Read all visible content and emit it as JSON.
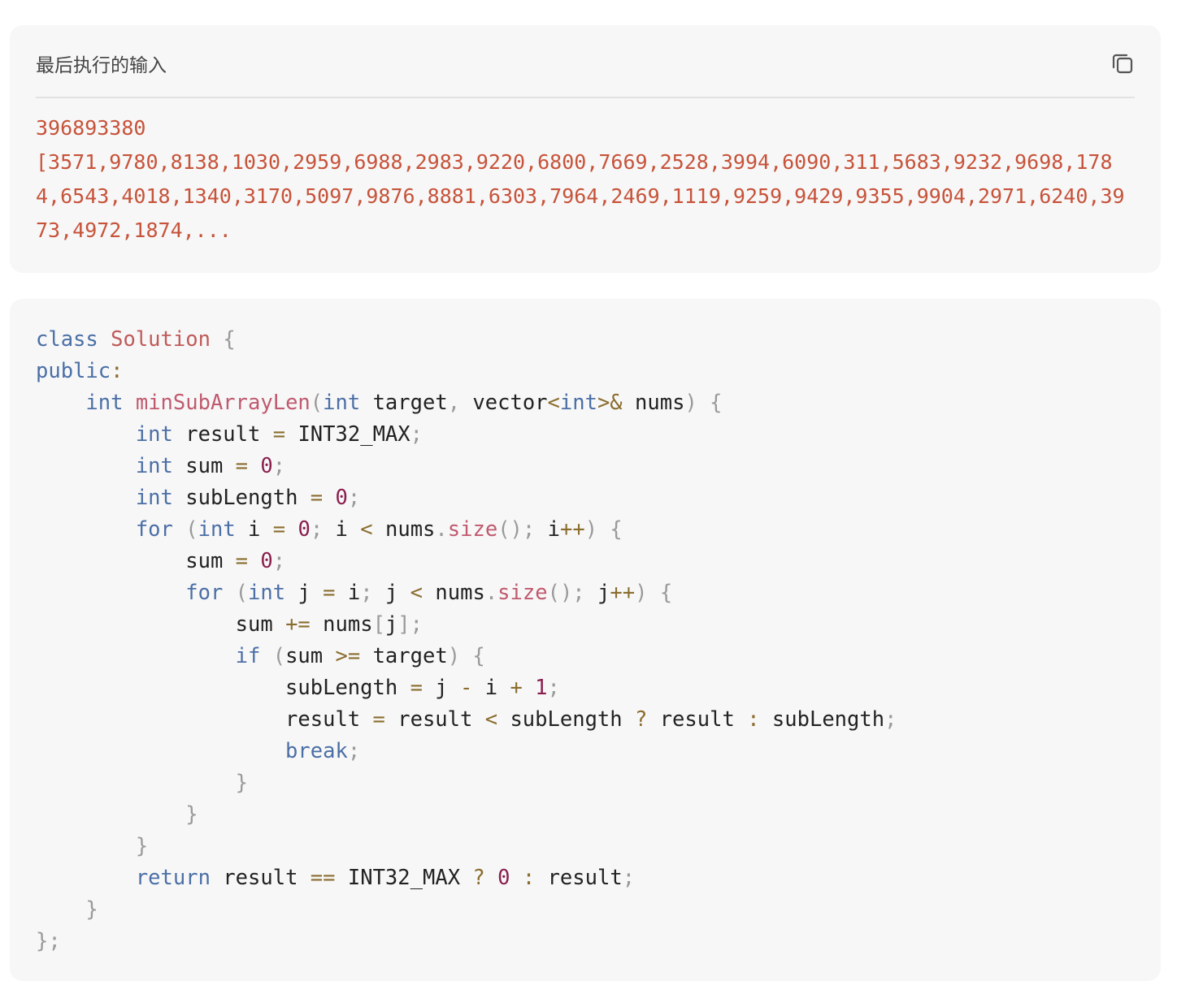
{
  "input_panel": {
    "title": "最后执行的输入",
    "copy_icon": "copy-icon",
    "lines": [
      "396893380",
      "[3571,9780,8138,1030,2959,6988,2983,9220,6800,7669,2528,3994,6090,311,5683,9232,9698,1784,6543,4018,1340,3170,5097,9876,8881,6303,7964,2469,1119,9259,9429,9355,9904,2971,6240,3973,4972,1874,..."
    ],
    "text_color": "#c7533a"
  },
  "code_panel": {
    "language": "cpp",
    "lines": [
      [
        [
          "kw",
          "class"
        ],
        [
          "sp",
          " "
        ],
        [
          "cls",
          "Solution"
        ],
        [
          "sp",
          " "
        ],
        [
          "punc",
          "{"
        ]
      ],
      [
        [
          "kw",
          "public"
        ],
        [
          "op",
          ":"
        ]
      ],
      [
        [
          "sp",
          "    "
        ],
        [
          "type",
          "int"
        ],
        [
          "sp",
          " "
        ],
        [
          "fn",
          "minSubArrayLen"
        ],
        [
          "punc",
          "("
        ],
        [
          "type",
          "int"
        ],
        [
          "sp",
          " "
        ],
        [
          "id",
          "target"
        ],
        [
          "punc",
          ","
        ],
        [
          "sp",
          " "
        ],
        [
          "id",
          "vector"
        ],
        [
          "op",
          "<"
        ],
        [
          "type",
          "int"
        ],
        [
          "op",
          ">&"
        ],
        [
          "sp",
          " "
        ],
        [
          "id",
          "nums"
        ],
        [
          "punc",
          ")"
        ],
        [
          "sp",
          " "
        ],
        [
          "punc",
          "{"
        ]
      ],
      [
        [
          "sp",
          "        "
        ],
        [
          "type",
          "int"
        ],
        [
          "sp",
          " "
        ],
        [
          "id",
          "result"
        ],
        [
          "sp",
          " "
        ],
        [
          "op",
          "="
        ],
        [
          "sp",
          " "
        ],
        [
          "id",
          "INT32_MAX"
        ],
        [
          "punc",
          ";"
        ]
      ],
      [
        [
          "sp",
          "        "
        ],
        [
          "type",
          "int"
        ],
        [
          "sp",
          " "
        ],
        [
          "id",
          "sum"
        ],
        [
          "sp",
          " "
        ],
        [
          "op",
          "="
        ],
        [
          "sp",
          " "
        ],
        [
          "num",
          "0"
        ],
        [
          "punc",
          ";"
        ]
      ],
      [
        [
          "sp",
          "        "
        ],
        [
          "type",
          "int"
        ],
        [
          "sp",
          " "
        ],
        [
          "id",
          "subLength"
        ],
        [
          "sp",
          " "
        ],
        [
          "op",
          "="
        ],
        [
          "sp",
          " "
        ],
        [
          "num",
          "0"
        ],
        [
          "punc",
          ";"
        ]
      ],
      [
        [
          "sp",
          "        "
        ],
        [
          "kw",
          "for"
        ],
        [
          "sp",
          " "
        ],
        [
          "punc",
          "("
        ],
        [
          "type",
          "int"
        ],
        [
          "sp",
          " "
        ],
        [
          "id",
          "i"
        ],
        [
          "sp",
          " "
        ],
        [
          "op",
          "="
        ],
        [
          "sp",
          " "
        ],
        [
          "num",
          "0"
        ],
        [
          "punc",
          ";"
        ],
        [
          "sp",
          " "
        ],
        [
          "id",
          "i"
        ],
        [
          "sp",
          " "
        ],
        [
          "op",
          "<"
        ],
        [
          "sp",
          " "
        ],
        [
          "id",
          "nums"
        ],
        [
          "punc",
          "."
        ],
        [
          "fn",
          "size"
        ],
        [
          "punc",
          "();"
        ],
        [
          "sp",
          " "
        ],
        [
          "id",
          "i"
        ],
        [
          "op",
          "++"
        ],
        [
          "punc",
          ")"
        ],
        [
          "sp",
          " "
        ],
        [
          "punc",
          "{"
        ]
      ],
      [
        [
          "sp",
          "            "
        ],
        [
          "id",
          "sum"
        ],
        [
          "sp",
          " "
        ],
        [
          "op",
          "="
        ],
        [
          "sp",
          " "
        ],
        [
          "num",
          "0"
        ],
        [
          "punc",
          ";"
        ]
      ],
      [
        [
          "sp",
          "            "
        ],
        [
          "kw",
          "for"
        ],
        [
          "sp",
          " "
        ],
        [
          "punc",
          "("
        ],
        [
          "type",
          "int"
        ],
        [
          "sp",
          " "
        ],
        [
          "id",
          "j"
        ],
        [
          "sp",
          " "
        ],
        [
          "op",
          "="
        ],
        [
          "sp",
          " "
        ],
        [
          "id",
          "i"
        ],
        [
          "punc",
          ";"
        ],
        [
          "sp",
          " "
        ],
        [
          "id",
          "j"
        ],
        [
          "sp",
          " "
        ],
        [
          "op",
          "<"
        ],
        [
          "sp",
          " "
        ],
        [
          "id",
          "nums"
        ],
        [
          "punc",
          "."
        ],
        [
          "fn",
          "size"
        ],
        [
          "punc",
          "();"
        ],
        [
          "sp",
          " "
        ],
        [
          "id",
          "j"
        ],
        [
          "op",
          "++"
        ],
        [
          "punc",
          ")"
        ],
        [
          "sp",
          " "
        ],
        [
          "punc",
          "{"
        ]
      ],
      [
        [
          "sp",
          "                "
        ],
        [
          "id",
          "sum"
        ],
        [
          "sp",
          " "
        ],
        [
          "op",
          "+="
        ],
        [
          "sp",
          " "
        ],
        [
          "id",
          "nums"
        ],
        [
          "punc",
          "["
        ],
        [
          "id",
          "j"
        ],
        [
          "punc",
          "];"
        ]
      ],
      [
        [
          "sp",
          "                "
        ],
        [
          "kw",
          "if"
        ],
        [
          "sp",
          " "
        ],
        [
          "punc",
          "("
        ],
        [
          "id",
          "sum"
        ],
        [
          "sp",
          " "
        ],
        [
          "op",
          ">="
        ],
        [
          "sp",
          " "
        ],
        [
          "id",
          "target"
        ],
        [
          "punc",
          ")"
        ],
        [
          "sp",
          " "
        ],
        [
          "punc",
          "{"
        ]
      ],
      [
        [
          "sp",
          "                    "
        ],
        [
          "id",
          "subLength"
        ],
        [
          "sp",
          " "
        ],
        [
          "op",
          "="
        ],
        [
          "sp",
          " "
        ],
        [
          "id",
          "j"
        ],
        [
          "sp",
          " "
        ],
        [
          "op",
          "-"
        ],
        [
          "sp",
          " "
        ],
        [
          "id",
          "i"
        ],
        [
          "sp",
          " "
        ],
        [
          "op",
          "+"
        ],
        [
          "sp",
          " "
        ],
        [
          "num",
          "1"
        ],
        [
          "punc",
          ";"
        ]
      ],
      [
        [
          "sp",
          "                    "
        ],
        [
          "id",
          "result"
        ],
        [
          "sp",
          " "
        ],
        [
          "op",
          "="
        ],
        [
          "sp",
          " "
        ],
        [
          "id",
          "result"
        ],
        [
          "sp",
          " "
        ],
        [
          "op",
          "<"
        ],
        [
          "sp",
          " "
        ],
        [
          "id",
          "subLength"
        ],
        [
          "sp",
          " "
        ],
        [
          "op",
          "?"
        ],
        [
          "sp",
          " "
        ],
        [
          "id",
          "result"
        ],
        [
          "sp",
          " "
        ],
        [
          "op",
          ":"
        ],
        [
          "sp",
          " "
        ],
        [
          "id",
          "subLength"
        ],
        [
          "punc",
          ";"
        ]
      ],
      [
        [
          "sp",
          "                    "
        ],
        [
          "kw",
          "break"
        ],
        [
          "punc",
          ";"
        ]
      ],
      [
        [
          "sp",
          "                "
        ],
        [
          "punc",
          "}"
        ]
      ],
      [
        [
          "sp",
          "            "
        ],
        [
          "punc",
          "}"
        ]
      ],
      [
        [
          "sp",
          "        "
        ],
        [
          "punc",
          "}"
        ]
      ],
      [
        [
          "sp",
          "        "
        ],
        [
          "kw",
          "return"
        ],
        [
          "sp",
          " "
        ],
        [
          "id",
          "result"
        ],
        [
          "sp",
          " "
        ],
        [
          "op",
          "=="
        ],
        [
          "sp",
          " "
        ],
        [
          "id",
          "INT32_MAX"
        ],
        [
          "sp",
          " "
        ],
        [
          "op",
          "?"
        ],
        [
          "sp",
          " "
        ],
        [
          "num",
          "0"
        ],
        [
          "sp",
          " "
        ],
        [
          "op",
          ":"
        ],
        [
          "sp",
          " "
        ],
        [
          "id",
          "result"
        ],
        [
          "punc",
          ";"
        ]
      ],
      [
        [
          "sp",
          "    "
        ],
        [
          "punc",
          "}"
        ]
      ],
      [
        [
          "punc",
          "};"
        ]
      ]
    ]
  }
}
